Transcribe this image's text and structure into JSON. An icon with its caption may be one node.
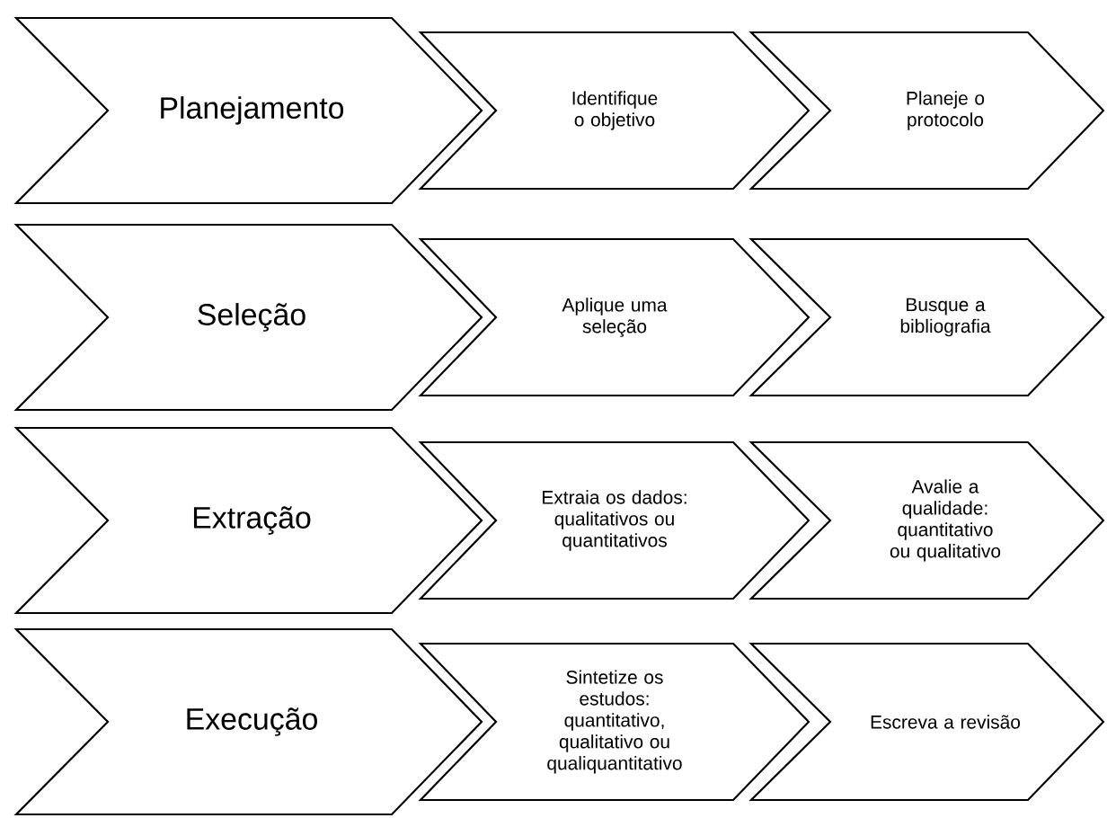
{
  "diagram": {
    "nodes": [
      {
        "text": [
          "Planejamento"
        ]
      },
      {
        "text": [
          "Identifique o objetivo"
        ]
      },
      {
        "text": [
          "Planeje o protocolo"
        ]
      },
      {
        "text": [
          "Seleção"
        ]
      },
      {
        "text": [
          "Aplique uma seleção"
        ]
      },
      {
        "text": [
          "Busque a bibliografia"
        ]
      },
      {
        "text": [
          "Extração"
        ]
      },
      {
        "text": [
          "Extraia os dados: qualitativos ou quantitativos"
        ]
      },
      {
        "text": [
          "Avalie a qualidade: quantitativo ou qualitativo"
        ]
      },
      {
        "text": [
          "Execução"
        ]
      },
      {
        "text": [
          "Sintetize os estudos: quantitativo, qualitativo ou qualiquantitativo"
        ]
      },
      {
        "text": [
          "Escreva a revisão"
        ]
      }
    ]
  }
}
